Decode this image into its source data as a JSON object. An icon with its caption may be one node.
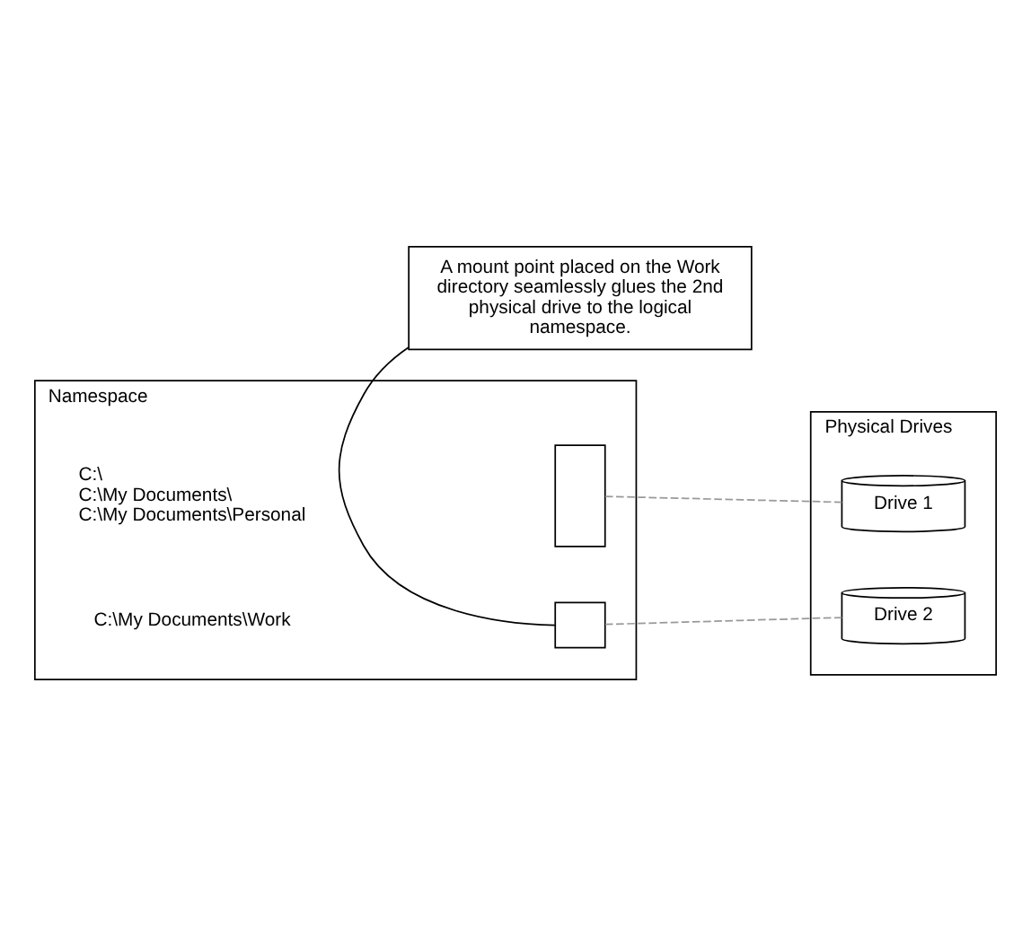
{
  "diagram": {
    "nodes": [
      {
        "text": [
          "Namespace"
        ]
      },
      {
        "text": [
          "Physical Drives"
        ]
      },
      {
        "text": [
          "C:\\",
          "C:\\My Documents\\",
          "C:\\My Documents\\Personal"
        ],
        "in": 0
      },
      {
        "text": [],
        "shape": "box",
        "in": 0
      },
      {
        "text": [
          "C:\\My Documents\\Work"
        ],
        "in": 0
      },
      {
        "text": [],
        "shape": "box",
        "in": 0
      },
      {
        "text": [
          "Drive 1"
        ],
        "in": 1
      },
      {
        "text": [
          "Drive 2"
        ],
        "in": 1
      },
      {
        "text": [
          "A mount point placed on the Work directory seamlessly glues the 2nd physical drive to the logical namespace."
        ]
      }
    ],
    "edges": [
      {
        "from": 3,
        "to": 6,
        "arrow": "none",
        "style": "dashed",
        "color": "#999999"
      },
      {
        "from": 5,
        "to": 7,
        "arrow": "none",
        "style": "dashed",
        "color": "#999999"
      },
      {
        "from": 8,
        "to": 5,
        "arrow": "none",
        "color": "#000000"
      }
    ]
  }
}
